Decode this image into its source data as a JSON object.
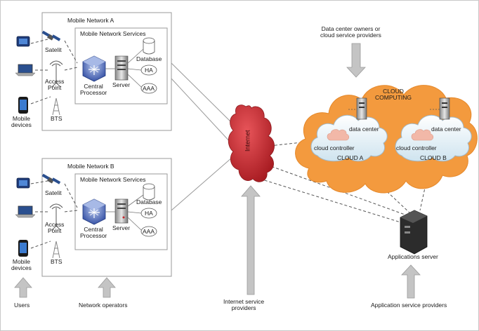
{
  "network_a": {
    "title": "Mobile Network A",
    "services": "Mobile Network Services",
    "satelit": "Satelit",
    "access_point": "Access\nPoint",
    "bts": "BTS",
    "central_processor": "Central\nProcessor",
    "server": "Server",
    "database": "Database",
    "ha": "HA",
    "aaa": "AAA"
  },
  "network_b": {
    "title": "Mobile Network B",
    "services": "Mobile Network Services",
    "satelit": "Satelit",
    "access_point": "Access\nPoint",
    "bts": "BTS",
    "central_processor": "Central\nProcessor",
    "server": "Server",
    "database": "Database",
    "ha": "HA",
    "aaa": "AAA"
  },
  "mobile_devices_a": "Mobile\ndevices",
  "mobile_devices_b": "Mobile\ndevices",
  "users": "Users",
  "network_operators": "Network operators",
  "internet": "Internet",
  "internet_service_providers": "Internet service\nproviders",
  "data_center_owners": "Data center owners or\ncloud service providers",
  "cloud_computing": "CLOUD\nCOMPUTING",
  "cloud_a": {
    "data_center": "data center",
    "cloud_controller": "cloud controller",
    "name": "CLOUD A"
  },
  "cloud_b": {
    "data_center": "data center",
    "cloud_controller": "cloud controller",
    "name": "CLOUD B"
  },
  "applications_server": "Applications server",
  "application_service_providers": "Application service providers",
  "colors": {
    "cloud_orange": "#f39a3e",
    "internet_red": "#c8282d",
    "arrow_gray": "#c4c4c4",
    "box_border": "#9a9a9a"
  }
}
